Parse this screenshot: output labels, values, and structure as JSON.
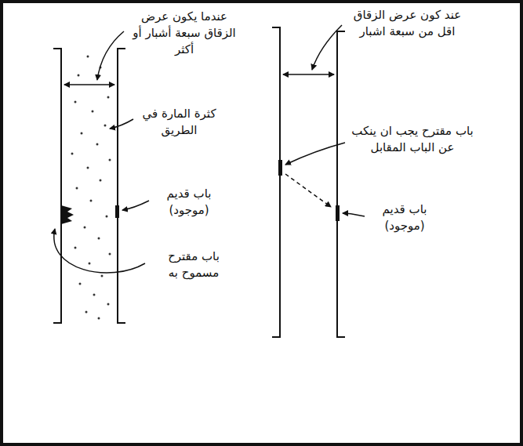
{
  "diagram": {
    "labels": [
      "عندما يكون عرض الزقاق سبعة أشبار أو أكثر",
      "كثرة المارة في الطريق",
      "باب قديم (موجود)",
      "باب مقترح مسموح به",
      "عند كون عرض الزقاق اقل من سبعة اشبار",
      "باب مقترح يجب ان ينكب عن الباب المقابل",
      "باب قديم (موجود)"
    ]
  }
}
